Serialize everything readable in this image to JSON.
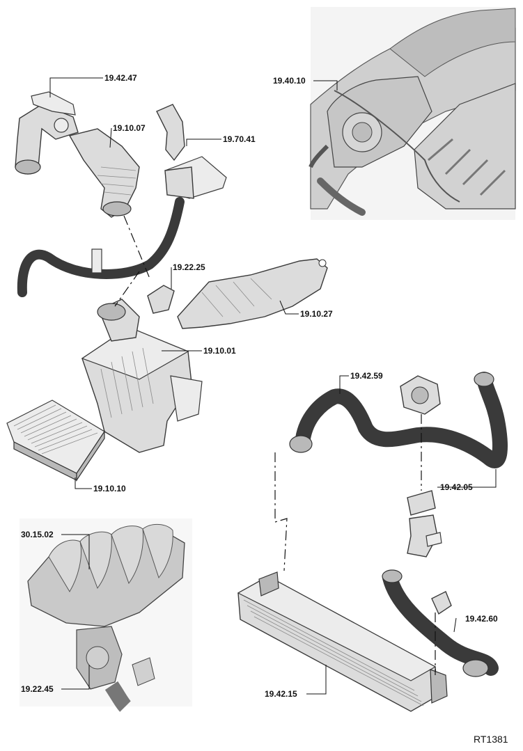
{
  "diagram": {
    "reference_code": "RT1381",
    "colors": {
      "stroke": "#3a3a3a",
      "part_fill": "#dcdcdc",
      "label": "#111111",
      "background": "#ffffff"
    },
    "labels": [
      {
        "id": "19.42.47",
        "text": "19.42.47"
      },
      {
        "id": "19.10.07",
        "text": "19.10.07"
      },
      {
        "id": "19.70.41",
        "text": "19.70.41"
      },
      {
        "id": "19.40.10",
        "text": "19.40.10"
      },
      {
        "id": "19.22.25",
        "text": "19.22.25"
      },
      {
        "id": "19.10.27",
        "text": "19.10.27"
      },
      {
        "id": "19.10.01",
        "text": "19.10.01"
      },
      {
        "id": "19.10.10",
        "text": "19.10.10"
      },
      {
        "id": "19.42.59",
        "text": "19.42.59"
      },
      {
        "id": "19.42.05",
        "text": "19.42.05"
      },
      {
        "id": "30.15.02",
        "text": "30.15.02"
      },
      {
        "id": "19.42.60",
        "text": "19.42.60"
      },
      {
        "id": "19.22.45",
        "text": "19.22.45"
      },
      {
        "id": "19.42.15",
        "text": "19.42.15"
      }
    ]
  }
}
